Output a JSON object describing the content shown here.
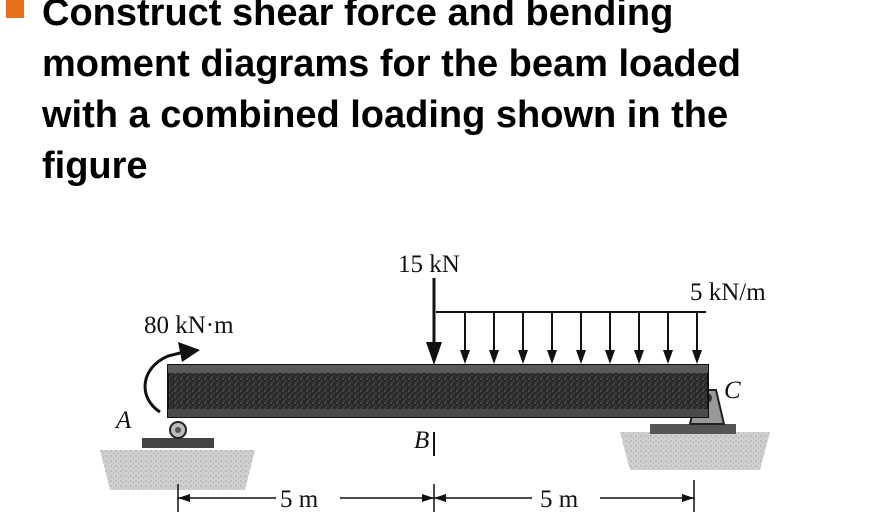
{
  "slide": {
    "bullet_color": "#e8701a",
    "title_lines": [
      "Construct shear force and bending",
      "moment diagrams for the beam loaded",
      "with a combined loading shown in the",
      "figure"
    ]
  },
  "figure": {
    "point_load": "15 kN",
    "distributed_load": "5 kN/m",
    "moment_load": "80 kN·m",
    "point_a": "A",
    "point_b": "B",
    "point_c": "C",
    "span_ab": "5 m",
    "span_bc": "5 m"
  }
}
